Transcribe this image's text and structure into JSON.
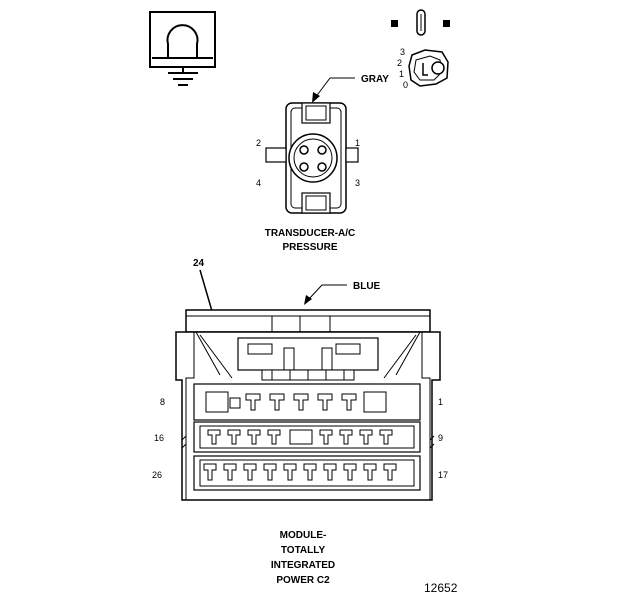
{
  "connector_a": {
    "color": "GRAY",
    "name_line1": "TRANSDUCER-A/C",
    "name_line2": "PRESSURE",
    "pins": {
      "p1": "1",
      "p2": "2",
      "p3": "3",
      "p4": "4"
    }
  },
  "connector_b": {
    "color": "BLUE",
    "callout": "24",
    "name_lines": [
      "MODULE-",
      "TOTALLY",
      "INTEGRATED",
      "POWER C2"
    ],
    "pins": {
      "top_left": "8",
      "top_right": "1",
      "mid_left": "16",
      "mid_right": "9",
      "bot_left": "26",
      "bot_right": "17"
    }
  },
  "key_symbol": {
    "positions": [
      "3",
      "2",
      "1",
      "0"
    ]
  },
  "figure_number": "12652",
  "icons": [
    "ground-symbol-icon",
    "ignition-key-icon"
  ]
}
